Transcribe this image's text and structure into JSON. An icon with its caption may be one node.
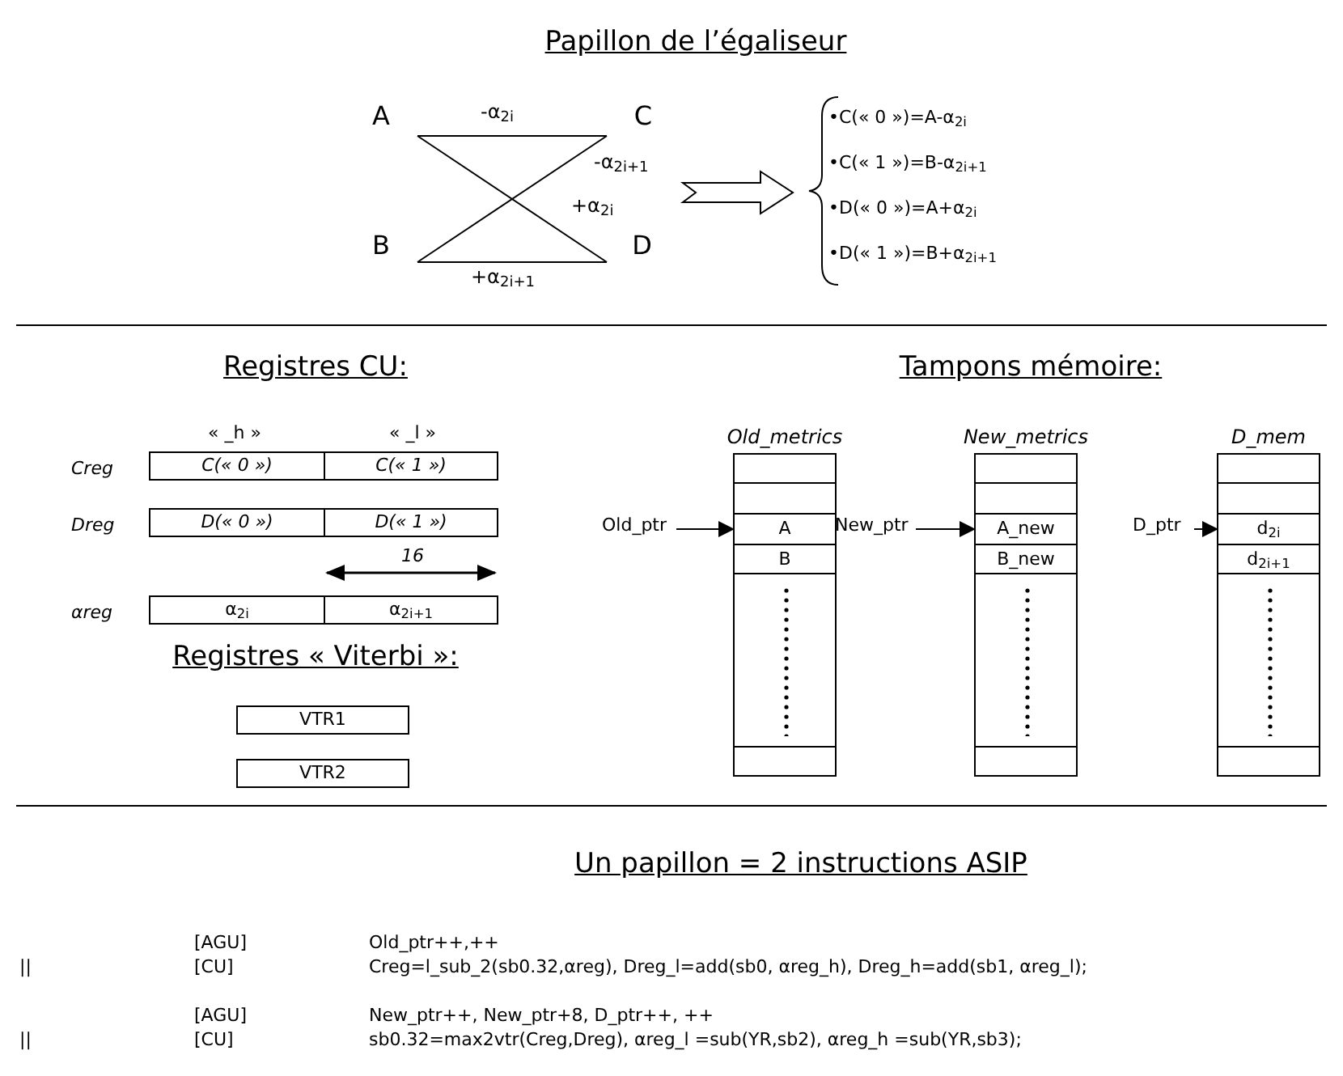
{
  "diagram": {
    "title": "Papillon de l’égaliseur",
    "nodes": [
      {
        "text": [
          "A"
        ]
      },
      {
        "text": [
          "C"
        ]
      },
      {
        "text": [
          "B"
        ]
      },
      {
        "text": [
          "D"
        ]
      },
      {
        "text": [
          "C(« 0 »)"
        ]
      },
      {
        "text": [
          "C(« 1 »)"
        ]
      },
      {
        "text": [
          "D(« 0 »)"
        ]
      },
      {
        "text": [
          "D(« 1 »)"
        ]
      },
      {
        "text": [
          "α$_{2i}$"
        ]
      },
      {
        "text": [
          "α$_{2i+1}$"
        ]
      },
      {
        "text": [
          "VTR1"
        ]
      },
      {
        "text": [
          "VTR2"
        ]
      },
      {
        "text": [
          "Old_metrics"
        ]
      },
      {
        "text": [],
        "shape": "box",
        "in": 12
      },
      {
        "text": [],
        "shape": "box",
        "in": 12
      },
      {
        "text": [
          "A"
        ],
        "in": 12
      },
      {
        "text": [
          "B"
        ],
        "in": 12
      },
      {
        "text": [],
        "shape": "box",
        "in": 12
      },
      {
        "text": [],
        "shape": "box",
        "in": 12
      },
      {
        "text": [
          "New_metrics"
        ]
      },
      {
        "text": [],
        "shape": "box",
        "in": 19
      },
      {
        "text": [],
        "shape": "box",
        "in": 19
      },
      {
        "text": [
          "A_new"
        ],
        "in": 19
      },
      {
        "text": [
          "B_new"
        ],
        "in": 19
      },
      {
        "text": [],
        "shape": "box",
        "in": 19
      },
      {
        "text": [],
        "shape": "box",
        "in": 19
      },
      {
        "text": [
          "D_mem"
        ]
      },
      {
        "text": [],
        "shape": "box",
        "in": 26
      },
      {
        "text": [],
        "shape": "box",
        "in": 26
      },
      {
        "text": [
          "d$_{2i}$"
        ],
        "in": 26
      },
      {
        "text": [
          "d$_{2i+1}$"
        ],
        "in": 26
      },
      {
        "text": [],
        "shape": "box",
        "in": 26
      },
      {
        "text": [],
        "shape": "box",
        "in": 26
      },
      {
        "text": [
          "Old_ptr"
        ]
      },
      {
        "text": [
          "New_ptr"
        ]
      },
      {
        "text": [
          "D_ptr"
        ]
      }
    ],
    "edges": [
      {
        "from": 0,
        "to": 1,
        "arrow": "none",
        "label": "-α$_{2i}$"
      },
      {
        "from": 0,
        "to": 3,
        "arrow": "none",
        "label": "+α$_{2i}$"
      },
      {
        "from": 2,
        "to": 1,
        "arrow": "none",
        "label": "-α$_{2i+1}$"
      },
      {
        "from": 2,
        "to": 3,
        "arrow": "none",
        "label": "+α$_{2i+1}$"
      },
      {
        "from": 33,
        "to": 15,
        "arrow": "to"
      },
      {
        "from": 34,
        "to": 22,
        "arrow": "to"
      },
      {
        "from": 35,
        "to": 29,
        "arrow": "to"
      }
    ],
    "labels": [
      "•C(« 0 »)=A-α$_{2i}$",
      "•C(« 1 »)=B-α$_{2i+1}$",
      "•D(« 0 »)=A+α$_{2i}$",
      "•D(« 1 »)=B+α$_{2i+1}$",
      "Registres CU:",
      "Tampons mémoire:",
      "« _h »",
      "« _l »",
      "Creg",
      "Dreg",
      "16",
      "αreg",
      "Registres « Viterbi »:",
      "Un papillon = 2 instructions ASIP",
      "[AGU]",
      "Old_ptr++,++",
      "||",
      "[CU]",
      "Creg=l_sub_2(sb0.32,αreg), Dreg_l=add(sb0, αreg_h), Dreg_h=add(sb1, αreg_l);",
      "[AGU]",
      "New_ptr++, New_ptr+8, D_ptr++, ++",
      "||",
      "[CU]",
      "sb0.32=max2vtr(Creg,Dreg), αreg_l =sub(YR,sb2), αreg_h =sub(YR,sb3);"
    ]
  }
}
